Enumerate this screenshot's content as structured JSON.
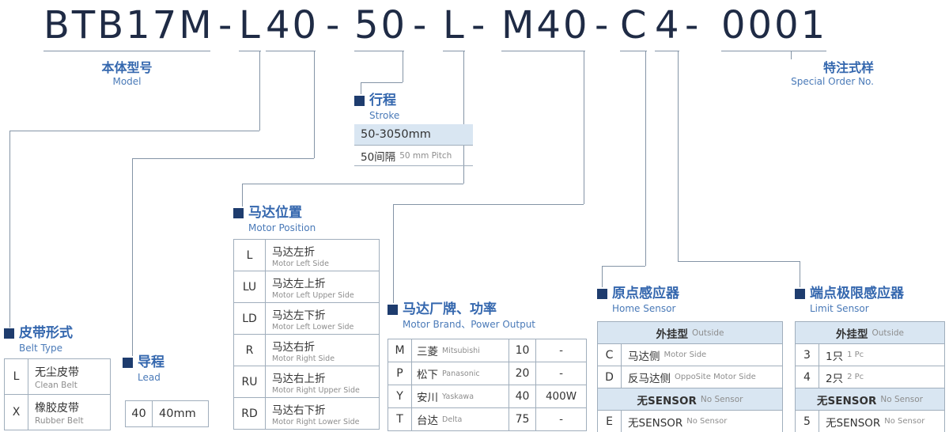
{
  "colors": {
    "code_text": "#1f2b45",
    "accent_blue": "#3467ae",
    "bullet_navy": "#1e3c6e",
    "table_shade": "#d9e6f2",
    "table_border": "#a0aebc"
  },
  "model_code": {
    "parts": [
      "BTB17M",
      "-",
      "L",
      "40",
      "-",
      "50",
      "-",
      "L",
      "-",
      "M40",
      "-",
      "C",
      "4",
      "-",
      "0001"
    ]
  },
  "model": {
    "title_cn": "本体型号",
    "title_en": "Model"
  },
  "special": {
    "title_cn": "特注式样",
    "title_en": "Special Order No."
  },
  "stroke": {
    "title_cn": "行程",
    "title_en": "Stroke",
    "range": "50-3050mm",
    "pitch_cn": "50间隔",
    "pitch_en": "50 mm Pitch"
  },
  "belt_type": {
    "title_cn": "皮带形式",
    "title_en": "Belt Type",
    "rows": [
      {
        "code": "L",
        "cn": "无尘皮带",
        "en": "Clean Belt"
      },
      {
        "code": "X",
        "cn": "橡胶皮带",
        "en": "Rubber Belt"
      }
    ]
  },
  "lead": {
    "title_cn": "导程",
    "title_en": "Lead",
    "rows": [
      {
        "code": "40",
        "value": "40mm"
      }
    ]
  },
  "motor_position": {
    "title_cn": "马达位置",
    "title_en": "Motor Position",
    "rows": [
      {
        "code": "L",
        "cn": "马达左折",
        "en": "Motor Left Side"
      },
      {
        "code": "LU",
        "cn": "马达左上折",
        "en": "Motor Left Upper Side"
      },
      {
        "code": "LD",
        "cn": "马达左下折",
        "en": "Motor Left Lower Side"
      },
      {
        "code": "R",
        "cn": "马达右折",
        "en": "Motor Right Side"
      },
      {
        "code": "RU",
        "cn": "马达右上折",
        "en": "Motor Right Upper Side"
      },
      {
        "code": "RD",
        "cn": "马达右下折",
        "en": "Motor Right Lower Side"
      }
    ]
  },
  "motor_brand": {
    "title_cn": "马达厂牌、功率",
    "title_en": "Motor Brand、Power Output",
    "rows": [
      {
        "code": "M",
        "cn": "三菱",
        "en": "Mitsubishi",
        "pcode": "10",
        "power": "-"
      },
      {
        "code": "P",
        "cn": "松下",
        "en": "Panasonic",
        "pcode": "20",
        "power": "-"
      },
      {
        "code": "Y",
        "cn": "安川",
        "en": "Yaskawa",
        "pcode": "40",
        "power": "400W"
      },
      {
        "code": "T",
        "cn": "台达",
        "en": "Delta",
        "pcode": "75",
        "power": "-"
      }
    ]
  },
  "home_sensor": {
    "title_cn": "原点感应器",
    "title_en": "Home Sensor",
    "group1_cn": "外挂型",
    "group1_en": "Outside",
    "rows1": [
      {
        "code": "C",
        "cn": "马达侧",
        "en": "Motor Side"
      },
      {
        "code": "D",
        "cn": "反马达侧",
        "en": "OppoSite Motor Side"
      }
    ],
    "group2_cn": "无SENSOR",
    "group2_en": "No Sensor",
    "rows2": [
      {
        "code": "E",
        "cn": "无SENSOR",
        "en": "No Sensor"
      }
    ]
  },
  "limit_sensor": {
    "title_cn": "端点极限感应器",
    "title_en": "Limit Sensor",
    "group1_cn": "外挂型",
    "group1_en": "Outside",
    "rows1": [
      {
        "code": "3",
        "cn": "1只",
        "en": "1 Pc"
      },
      {
        "code": "4",
        "cn": "2只",
        "en": "2 Pc"
      }
    ],
    "group2_cn": "无SENSOR",
    "group2_en": "No Sensor",
    "rows2": [
      {
        "code": "5",
        "cn": "无SENSOR",
        "en": "No Sensor"
      }
    ]
  }
}
